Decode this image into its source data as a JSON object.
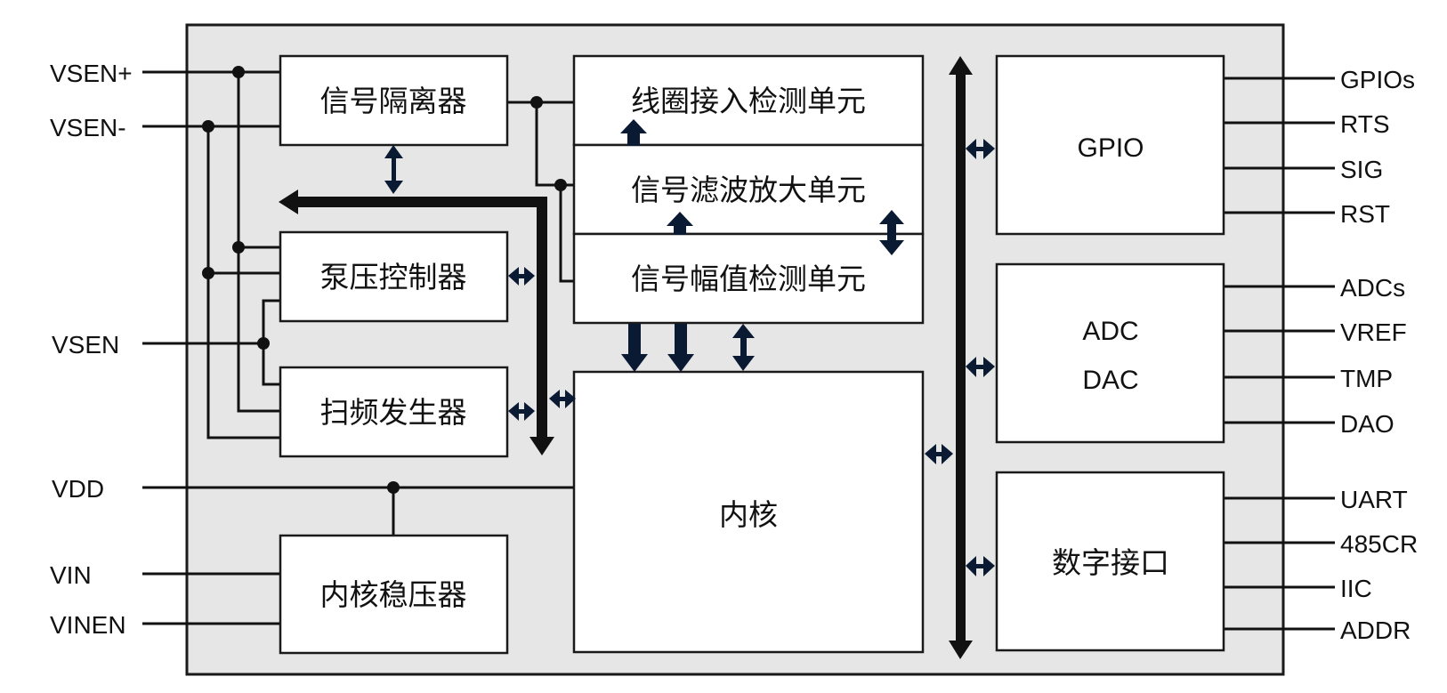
{
  "left_pins": {
    "vsen_plus": "VSEN+",
    "vsen_minus": "VSEN-",
    "vsen": "VSEN",
    "vdd": "VDD",
    "vin": "VIN",
    "vinen": "VINEN"
  },
  "right_pins": {
    "gpios": "GPIOs",
    "rts": "RTS",
    "sig": "SIG",
    "rst": "RST",
    "adcs": "ADCs",
    "vref": "VREF",
    "tmp": "TMP",
    "dao": "DAO",
    "uart": "UART",
    "cr485": "485CR",
    "iic": "IIC",
    "addr": "ADDR"
  },
  "blocks": {
    "signal_isolator": "信号隔离器",
    "pump_controller": "泵压控制器",
    "sweep_generator": "扫频发生器",
    "core_regulator": "内核稳压器",
    "coil_detect": "线圈接入检测单元",
    "filter_amp": "信号滤波放大单元",
    "amplitude_detect": "信号幅值检测单元",
    "core": "内核",
    "gpio": "GPIO",
    "adc": "ADC",
    "dac": "DAC",
    "digital_interface": "数字接口"
  },
  "colors": {
    "chip_background": "#e6e6e6",
    "block_fill": "#ffffff",
    "line": "#111111",
    "arrow": "#0a1a33"
  }
}
